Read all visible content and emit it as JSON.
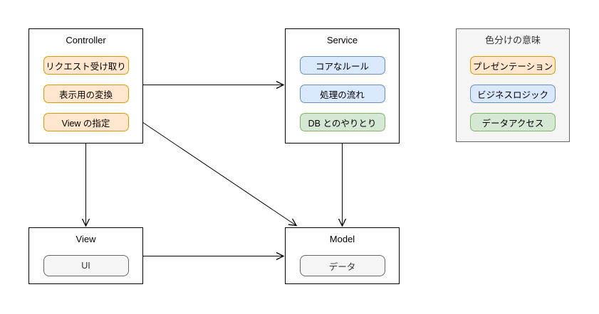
{
  "nodes": {
    "controller": {
      "title": "Controller",
      "items": [
        {
          "label": "リクエスト受け取り",
          "category": "presentation"
        },
        {
          "label": "表示用の変換",
          "category": "presentation"
        },
        {
          "label": "View の指定",
          "category": "presentation"
        }
      ]
    },
    "service": {
      "title": "Service",
      "items": [
        {
          "label": "コアなルール",
          "category": "business"
        },
        {
          "label": "処理の流れ",
          "category": "business"
        },
        {
          "label": "DB とのやりとり",
          "category": "data"
        }
      ]
    },
    "legend": {
      "title": "色分けの意味",
      "items": [
        {
          "label": "プレゼンテーション",
          "category": "presentation"
        },
        {
          "label": "ビジネスロジック",
          "category": "business"
        },
        {
          "label": "データアクセス",
          "category": "data"
        }
      ]
    },
    "view": {
      "title": "View",
      "items": [
        {
          "label": "UI",
          "category": "plain"
        }
      ]
    },
    "model": {
      "title": "Model",
      "items": [
        {
          "label": "データ",
          "category": "plain"
        }
      ]
    }
  },
  "edges": [
    {
      "from": "Controller",
      "to": "Service"
    },
    {
      "from": "Controller",
      "to": "View"
    },
    {
      "from": "Controller",
      "to": "Model"
    },
    {
      "from": "Service",
      "to": "Model"
    },
    {
      "from": "View",
      "to": "Model"
    }
  ],
  "colors": {
    "presentation_fill": "#ffe6cc",
    "presentation_stroke": "#d79b00",
    "business_fill": "#dae8fc",
    "business_stroke": "#6c8ebf",
    "data_fill": "#d5e8d4",
    "data_stroke": "#82b366",
    "plain_fill": "#f5f5f5",
    "plain_stroke": "#666666",
    "node_fill": "#ffffff",
    "node_stroke": "#000000",
    "legend_fill": "#f5f5f5",
    "legend_stroke": "#666666",
    "edge_stroke": "#000000"
  }
}
